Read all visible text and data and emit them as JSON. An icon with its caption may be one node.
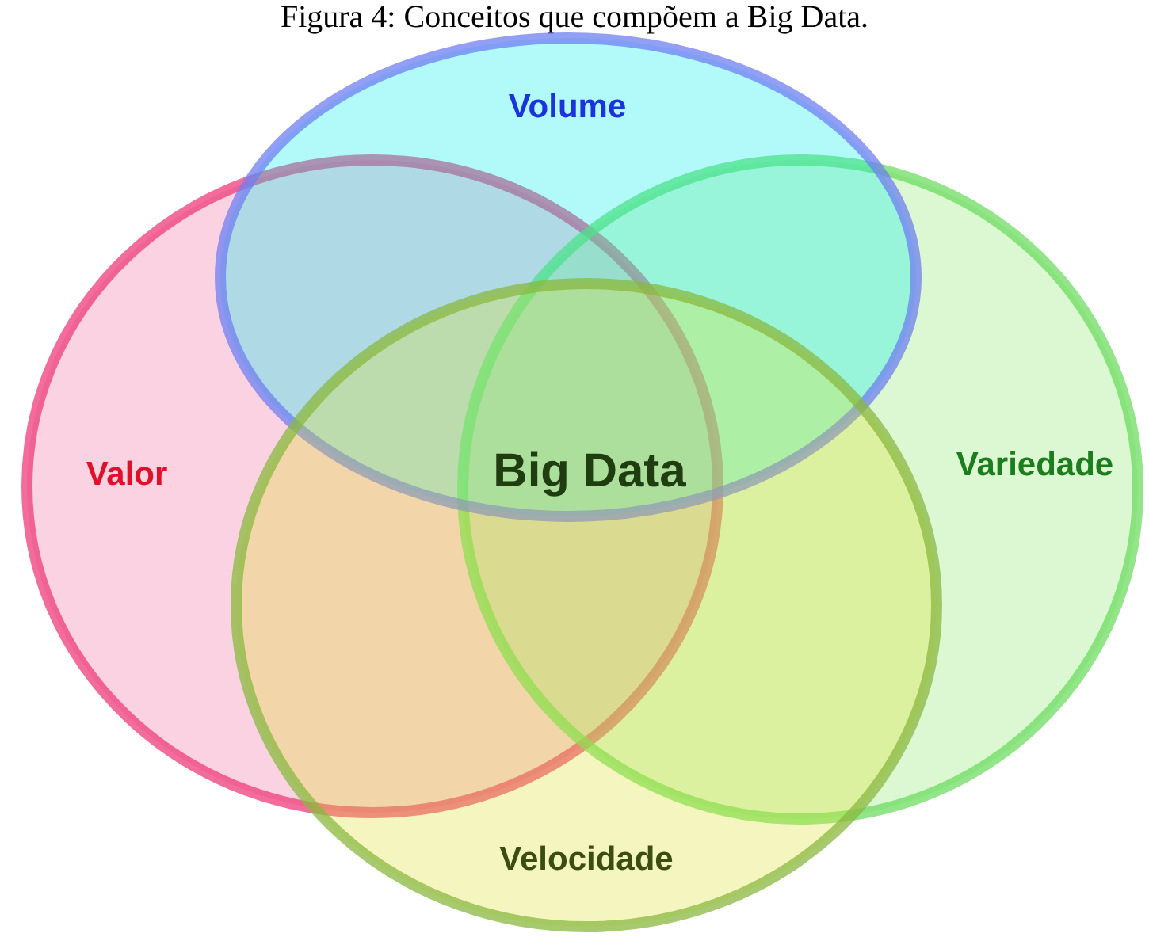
{
  "diagram": {
    "title": "Figura 4: Conceitos que compõem a Big Data.",
    "nodes": [
      {
        "text": [
          "Volume"
        ]
      },
      {
        "text": [
          "Valor"
        ]
      },
      {
        "text": [
          "Variedade"
        ]
      },
      {
        "text": [
          "Velocidade"
        ]
      }
    ],
    "labels": [
      "Big Data"
    ]
  }
}
